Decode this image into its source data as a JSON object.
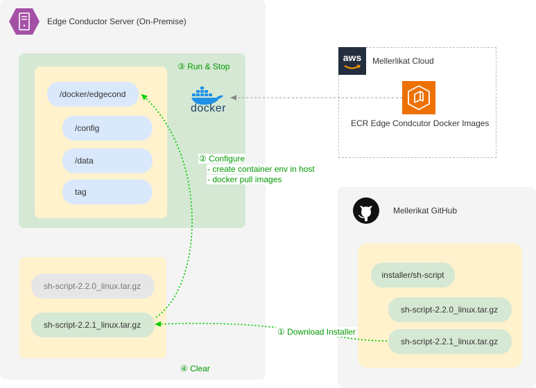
{
  "server": {
    "title": "Edge Conductor Server (On-Premise)",
    "run_stop": "③ Run & Stop",
    "docker_logo_text": "docker",
    "edgecond_path": "/docker/edgecond",
    "config_path": "/config",
    "data_path": "/data",
    "tag_label": "tag",
    "script_old": "sh-script-2.2.0_linux.tar.gz",
    "script_new": "sh-script-2.2.1_linux.tar.gz",
    "clear": "④  Clear"
  },
  "configure": {
    "title": "②  Configure",
    "line1": "- create container env in host",
    "line2": "- docker pull images"
  },
  "cloud": {
    "aws_text": "aws",
    "title": "Mellerlikat Cloud",
    "ecr_label": "ECR Edge Condcutor Docker Images"
  },
  "github": {
    "title": "Mellerikat GitHub",
    "installer_path": "installer/sh-script",
    "script_old": "sh-script-2.2.0_linux.tar.gz",
    "script_new": "sh-script-2.2.1_linux.tar.gz"
  },
  "download": {
    "label": "① Download Installer"
  },
  "colors": {
    "server_icon": "#a550a7",
    "docker_blue": "#1d91e6",
    "aws_dark": "#232f3e",
    "ecr_orange": "#ed7100",
    "flow_green": "#00cc00",
    "pull_gray": "#999999"
  }
}
